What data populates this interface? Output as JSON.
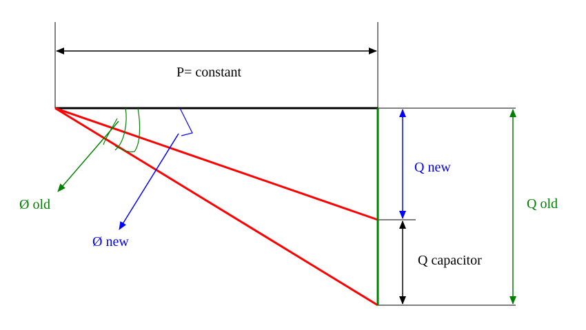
{
  "labels": {
    "p_constant": "P= constant",
    "q_new": "Q new",
    "q_old": "Q old",
    "q_capacitor": "Q capacitor",
    "phi_old": "Ø old",
    "phi_new": "Ø new"
  },
  "colors": {
    "real_power": "#000000",
    "triangle_sides": "#ff0000",
    "q_old": "#008000",
    "q_new": "#0000ff",
    "q_capacitor": "#000000"
  }
}
